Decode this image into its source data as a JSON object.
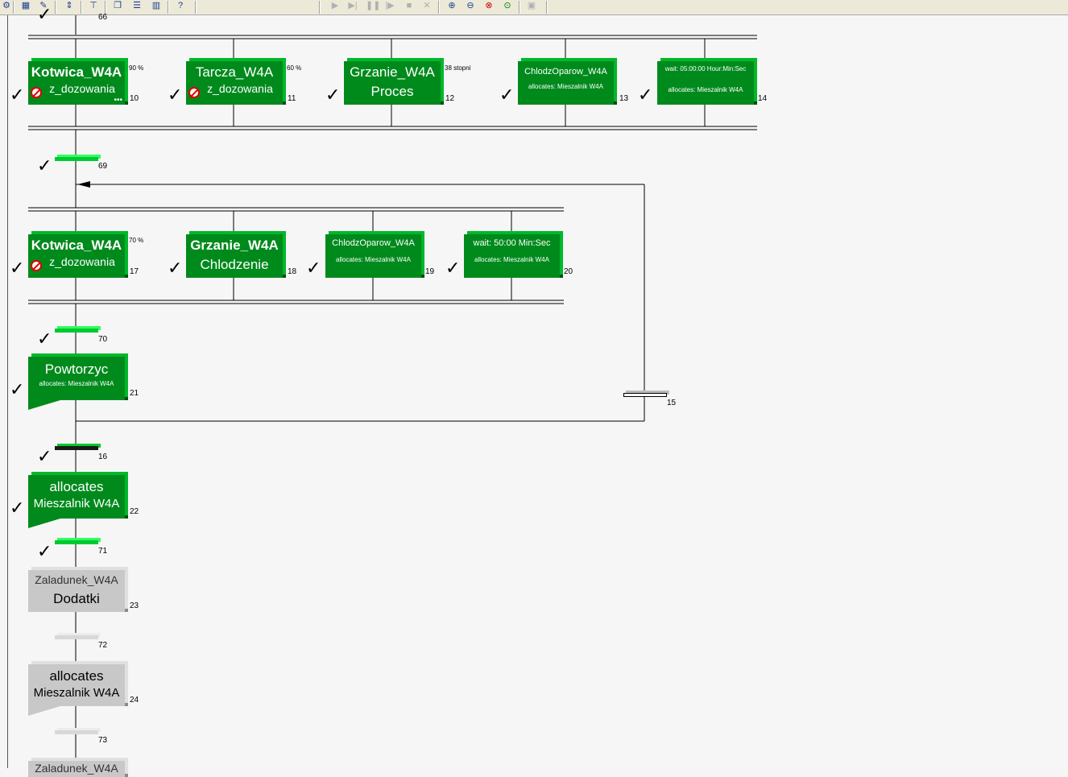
{
  "toolbar": {
    "icons": [
      "settings-icon",
      "palette-icon",
      "brush-icon",
      "align-icon",
      "tree-icon",
      "windows-icon",
      "split-icon",
      "columns-icon",
      "help-icon",
      "play-icon",
      "step-icon",
      "pause-icon",
      "step-over-icon",
      "stop-icon",
      "abort-icon",
      "zoom-in-icon",
      "zoom-out-icon",
      "zoom-reset-icon",
      "zoom-fit-icon",
      "screenshot-icon"
    ]
  },
  "top_step_number": "66",
  "row1": {
    "steps": [
      {
        "line1": "Kotwica_W4A",
        "line2": "z_dozowania",
        "param": "90 %",
        "number": "10"
      },
      {
        "line1": "Tarcza_W4A",
        "line2": "z_dozowania",
        "param": "60 %",
        "number": "11"
      },
      {
        "line1": "Grzanie_W4A",
        "line2": "Proces",
        "param": "38 stopni",
        "number": "12"
      },
      {
        "line1": "ChlodzOparow_W4A",
        "line2": "allocates: Mieszalnik W4A",
        "number": "13"
      },
      {
        "line1": "wait: 05:00:00 Hour:Min:Sec",
        "line2": "allocates: Mieszalnik W4A",
        "number": "14"
      }
    ]
  },
  "trans69": "69",
  "row2": {
    "steps": [
      {
        "line1": "Kotwica_W4A",
        "line2": "z_dozowania",
        "param": "70 %",
        "number": "17"
      },
      {
        "line1": "Grzanie_W4A",
        "line2": "Chlodzenie",
        "number": "18"
      },
      {
        "line1": "ChlodzOparow_W4A",
        "line2": "allocates: Mieszalnik W4A",
        "number": "19"
      },
      {
        "line1": "wait: 50:00 Min:Sec",
        "line2": "allocates: Mieszalnik W4A",
        "number": "20"
      }
    ]
  },
  "trans70": "70",
  "step21": {
    "line1": "Powtorzyc",
    "line2": "allocates: Mieszalnik W4A",
    "number": "21"
  },
  "trans15": "15",
  "trans16": "16",
  "step22": {
    "line1": "allocates",
    "line2": "Mieszalnik W4A",
    "number": "22"
  },
  "trans71": "71",
  "step23": {
    "line1": "Zaladunek_W4A",
    "line2": "Dodatki",
    "number": "23"
  },
  "trans72": "72",
  "step24": {
    "line1": "allocates",
    "line2": "Mieszalnik W4A",
    "number": "24"
  },
  "trans73": "73",
  "step25": {
    "line1": "Zaladunek_W4A"
  },
  "colors": {
    "active_green": "#008a1c",
    "light_green": "#00c830",
    "inactive_gray": "#c8c8c8",
    "background": "#f6f6f6"
  }
}
